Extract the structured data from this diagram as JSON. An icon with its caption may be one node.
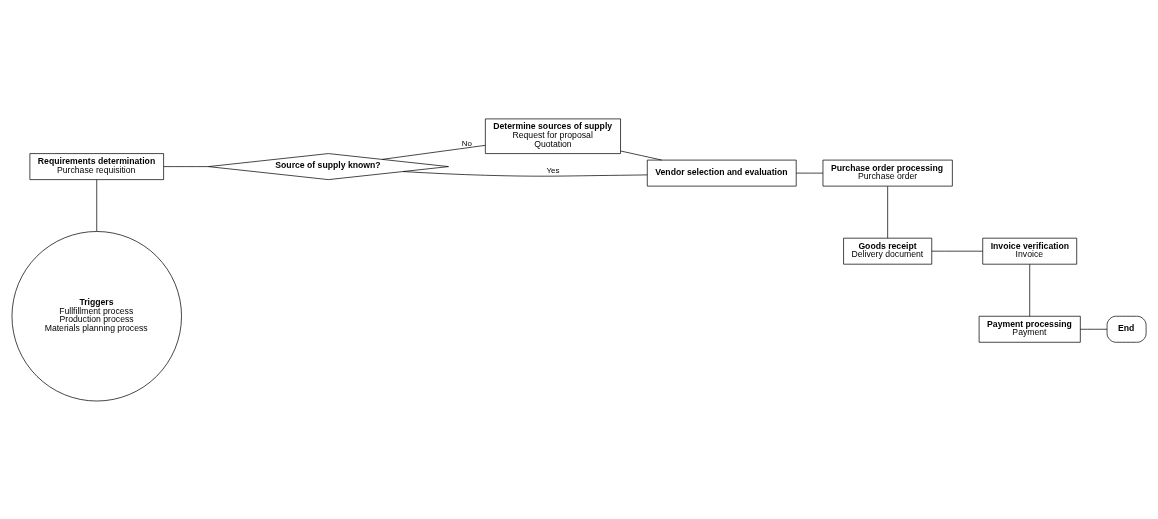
{
  "diagram": {
    "nodes": [
      {
        "text": [
          "Requirements determination",
          "Purchase requisition"
        ]
      },
      {
        "text": [
          "Triggers",
          "Fullfillment process",
          "Production process",
          "Materials planning process"
        ]
      },
      {
        "text": [
          "Source of supply known?"
        ]
      },
      {
        "text": [
          "Determine sources of supply",
          "Request for proposal",
          "Quotation"
        ]
      },
      {
        "text": [
          "Vendor selection and evaluation"
        ]
      },
      {
        "text": [
          "Purchase order processing",
          "Purchase order"
        ]
      },
      {
        "text": [
          "Goods receipt",
          "Delivery document"
        ]
      },
      {
        "text": [
          "Invoice verification",
          "Invoice"
        ]
      },
      {
        "text": [
          "Payment processing",
          "Payment"
        ]
      },
      {
        "text": [
          "End"
        ]
      }
    ],
    "edges": [
      {
        "from": 0,
        "to": 2,
        "arrow": "none"
      },
      {
        "from": 0,
        "to": 1,
        "arrow": "none"
      },
      {
        "from": 2,
        "to": 3,
        "label": "No",
        "arrow": "none"
      },
      {
        "from": 2,
        "to": 4,
        "label": "Yes",
        "arrow": "none"
      },
      {
        "from": 3,
        "to": 4,
        "arrow": "none"
      },
      {
        "from": 4,
        "to": 5,
        "arrow": "none"
      },
      {
        "from": 5,
        "to": 6,
        "arrow": "none"
      },
      {
        "from": 6,
        "to": 7,
        "arrow": "none"
      },
      {
        "from": 7,
        "to": 8,
        "arrow": "none"
      },
      {
        "from": 8,
        "to": 9,
        "arrow": "none"
      }
    ]
  }
}
